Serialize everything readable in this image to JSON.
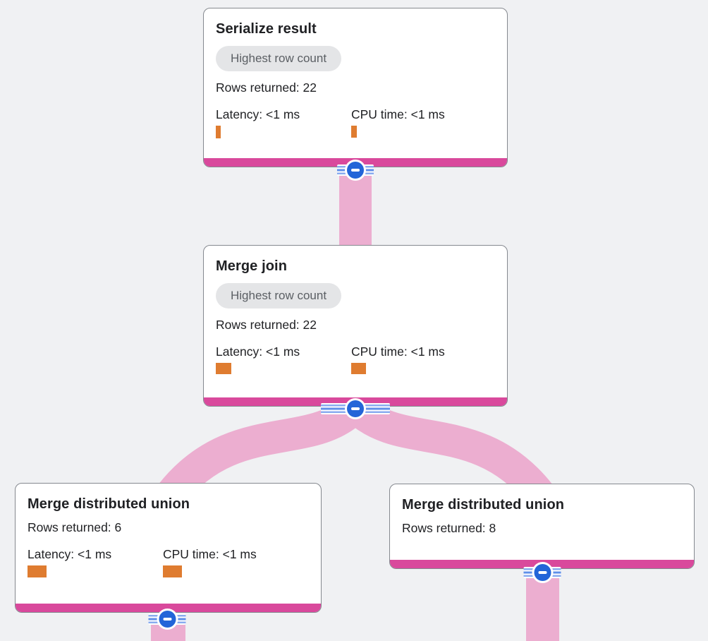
{
  "diagram": {
    "type": "query-execution-plan-tree",
    "colors": {
      "canvas_background": "#f0f1f3",
      "node_accent_pink": "#d9499c",
      "flow_band_pink": "#ecaed0",
      "metric_bar_orange": "#df7c30",
      "collapse_button_blue": "#2365d8",
      "row_stripe_blue": "#7fa6ee",
      "badge_background": "#e4e5e7",
      "badge_text": "#5b5f64",
      "text_primary": "#202124",
      "node_border": "#85898f"
    },
    "nodes": [
      {
        "id": "serialize-result",
        "title": "Serialize result",
        "badge": "Highest row count",
        "rows_returned_label": "Rows returned:",
        "rows_returned_value": "22",
        "metrics": {
          "latency_label": "Latency:",
          "latency_value": "<1 ms",
          "latency_bar_style": "width:7px;height:18px",
          "cpu_label": "CPU time:",
          "cpu_value": "<1 ms",
          "cpu_bar_style": "width:8px;height:17px"
        }
      },
      {
        "id": "merge-join",
        "title": "Merge join",
        "badge": "Highest row count",
        "rows_returned_label": "Rows returned:",
        "rows_returned_value": "22",
        "metrics": {
          "latency_label": "Latency:",
          "latency_value": "<1 ms",
          "latency_bar_style": "width:22px;height:16px",
          "cpu_label": "CPU time:",
          "cpu_value": "<1 ms",
          "cpu_bar_style": "width:21px;height:16px"
        }
      },
      {
        "id": "merge-distributed-union-1",
        "title": "Merge distributed union",
        "rows_returned_label": "Rows returned:",
        "rows_returned_value": "6",
        "metrics": {
          "latency_label": "Latency:",
          "latency_value": "<1 ms",
          "latency_bar_style": "width:27px;height:17px",
          "cpu_label": "CPU time:",
          "cpu_value": "<1 ms",
          "cpu_bar_style": "width:27px;height:17px"
        }
      },
      {
        "id": "merge-distributed-union-2",
        "title": "Merge distributed union",
        "rows_returned_label": "Rows returned:",
        "rows_returned_value": "8"
      }
    ],
    "edges": [
      {
        "from": "serialize-result",
        "to": "merge-join"
      },
      {
        "from": "merge-join",
        "to": "merge-distributed-union-1"
      },
      {
        "from": "merge-join",
        "to": "merge-distributed-union-2"
      },
      {
        "from": "merge-distributed-union-1",
        "to": "below-viewport"
      },
      {
        "from": "merge-distributed-union-2",
        "to": "below-viewport"
      }
    ],
    "controls": {
      "collapse_icon": "minus",
      "collapse_button_count": 4
    }
  }
}
